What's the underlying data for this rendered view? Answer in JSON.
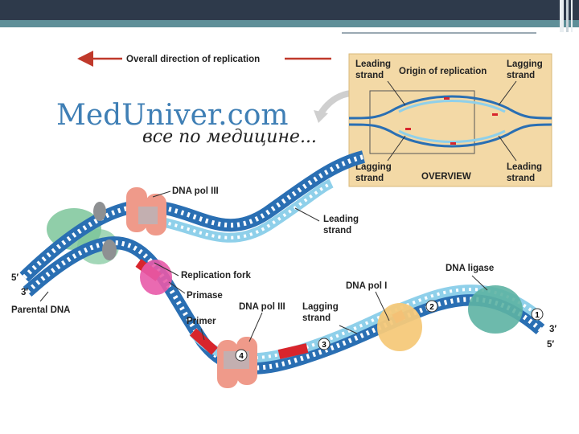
{
  "header": {
    "bar_color": "#2e3a4b",
    "accent_color": "#5f8f98"
  },
  "watermark": {
    "site": "MedUniver.com",
    "tagline": "все по медицине..."
  },
  "diagram": {
    "direction_label": "Overall direction of replication",
    "labels": {
      "dna_pol_iii_top": "DNA pol III",
      "leading_strand": [
        "Leading",
        "strand"
      ],
      "replication_fork": "Replication fork",
      "primase": "Primase",
      "parental_dna": "Parental DNA",
      "primer": "Primer",
      "dna_pol_iii_bottom": "DNA pol III",
      "lagging_strand": [
        "Lagging",
        "strand"
      ],
      "dna_pol_i": "DNA pol I",
      "dna_ligase": "DNA ligase",
      "five_prime": "5′",
      "three_prime": "3′"
    },
    "steps": [
      "1",
      "2",
      "3",
      "4"
    ],
    "overview": {
      "leading_top": [
        "Leading",
        "strand"
      ],
      "origin": "Origin of replication",
      "lagging_top": [
        "Lagging",
        "strand"
      ],
      "lagging_bottom": [
        "Lagging",
        "strand"
      ],
      "title": "OVERVIEW",
      "leading_bottom": [
        "Leading",
        "strand"
      ]
    },
    "colors": {
      "parental_strand": "#2a6fb3",
      "new_strand": "#8fd0ea",
      "primer": "#d8252c",
      "polymerase": "#ef9a8a",
      "primase": "#e85aa8",
      "ligase": "#5db3a3",
      "pol_i": "#f5c97a",
      "overview_bg": "#f3d9a6"
    }
  }
}
